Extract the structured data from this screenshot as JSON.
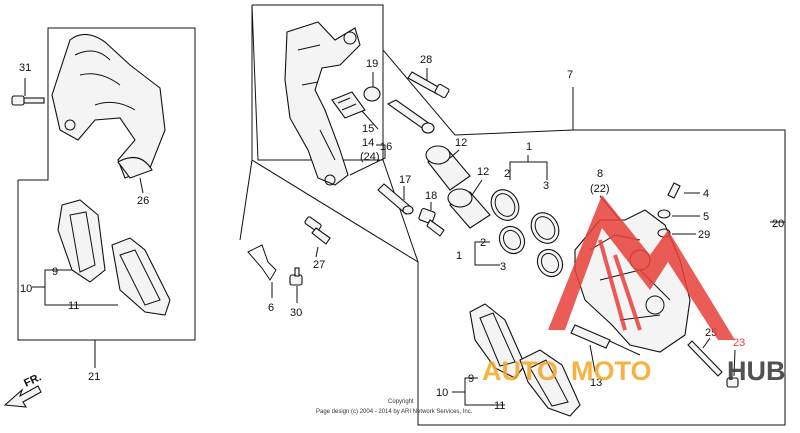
{
  "callouts": {
    "c31": "31",
    "c26": "26",
    "c9a": "9",
    "c10a": "10",
    "c11a": "11",
    "c21": "21",
    "c19": "19",
    "c28": "28",
    "c7": "7",
    "c15": "15",
    "c14": "14",
    "c24": "(24)",
    "c16": "16",
    "c12a": "12",
    "c12b": "12",
    "c1a": "1",
    "c2a": "2",
    "c3a": "3",
    "c17": "17",
    "c18": "18",
    "c2b": "2",
    "c1b": "1",
    "c3b": "3",
    "c8": "8",
    "c22": "(22)",
    "c4": "4",
    "c5": "5",
    "c29": "29",
    "c20": "20",
    "c27": "27",
    "c6": "6",
    "c30": "30",
    "c25": "25",
    "c23": "23",
    "c13": "13",
    "c10b": "10",
    "c9b": "9",
    "c11b": "11"
  },
  "direction_label": "FR.",
  "copyright": {
    "line1": "Copyright",
    "line2": "Page design (c) 2004 - 2014 by ARI Network Services, Inc."
  },
  "watermark": {
    "text_a": "AUTO",
    "text_b": "MOTO",
    "text_c": "HUB",
    "color_red": "#e8403a",
    "color_orange": "#f5a623",
    "color_dark": "#333333"
  }
}
